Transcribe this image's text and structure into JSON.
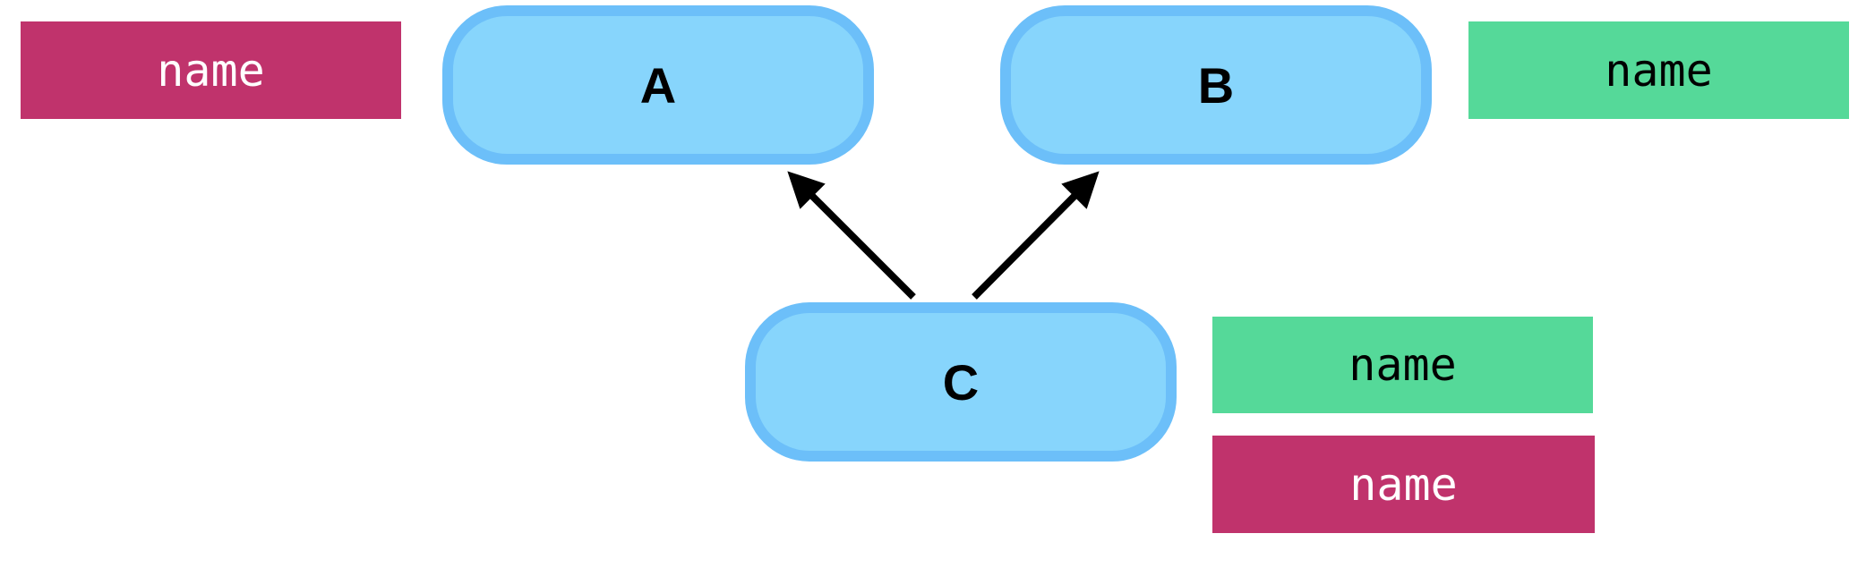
{
  "nodes": {
    "a": {
      "label": "A"
    },
    "b": {
      "label": "B"
    },
    "c": {
      "label": "C"
    }
  },
  "tags": {
    "a_tag": "name",
    "b_tag": "name",
    "c_tag_top": "name",
    "c_tag_bottom": "name"
  },
  "colors": {
    "node_fill": "#87d5fc",
    "node_border": "#6cbff9",
    "tag_magenta": "#c0336c",
    "tag_green": "#55d999",
    "arrow": "#000000"
  },
  "edges": [
    {
      "from": "C",
      "to": "A"
    },
    {
      "from": "C",
      "to": "B"
    }
  ]
}
